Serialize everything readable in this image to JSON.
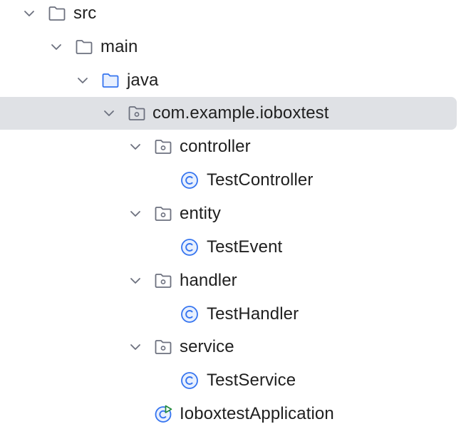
{
  "project_tree": {
    "items": [
      {
        "label": "src",
        "icon": "folder-icon",
        "expanded": true
      },
      {
        "label": "main",
        "icon": "folder-icon",
        "expanded": true
      },
      {
        "label": "java",
        "icon": "source-folder-icon",
        "expanded": true
      },
      {
        "label": "com.example.ioboxtest",
        "icon": "package-icon",
        "expanded": true,
        "selected": true
      },
      {
        "label": "controller",
        "icon": "package-icon",
        "expanded": true
      },
      {
        "label": "TestController",
        "icon": "class-icon"
      },
      {
        "label": "entity",
        "icon": "package-icon",
        "expanded": true
      },
      {
        "label": "TestEvent",
        "icon": "class-icon"
      },
      {
        "label": "handler",
        "icon": "package-icon",
        "expanded": true
      },
      {
        "label": "TestHandler",
        "icon": "class-icon"
      },
      {
        "label": "service",
        "icon": "package-icon",
        "expanded": true
      },
      {
        "label": "TestService",
        "icon": "class-icon"
      },
      {
        "label": "IoboxtestApplication",
        "icon": "spring-boot-class-icon"
      }
    ]
  },
  "colors": {
    "selection": "#dfe1e5",
    "folder_stroke": "#6c707e",
    "source_folder_stroke": "#3574f0",
    "class_stroke": "#3574f0",
    "run_green": "#208a3c",
    "chevron": "#6c707e"
  }
}
